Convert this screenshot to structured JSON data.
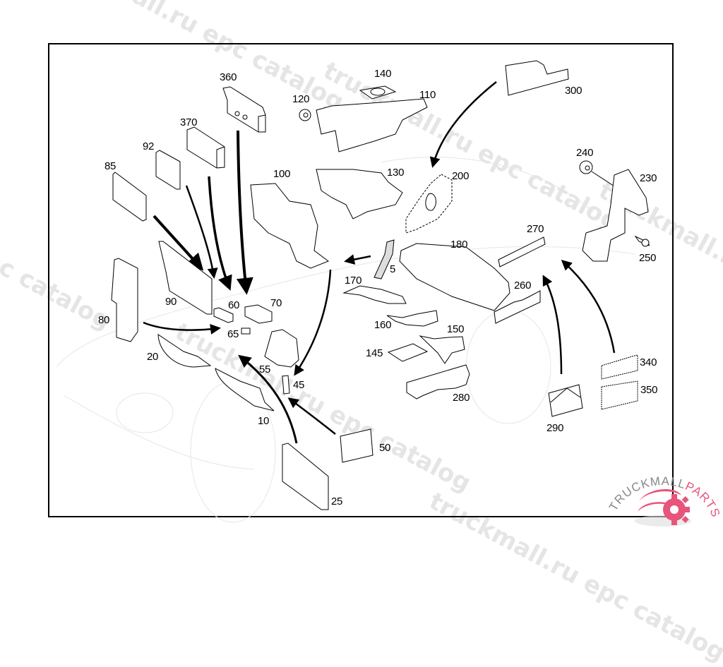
{
  "diagram": {
    "title": "Sound insulation parts diagram",
    "callouts": [
      {
        "id": "360",
        "label": "360"
      },
      {
        "id": "370",
        "label": "370"
      },
      {
        "id": "92",
        "label": "92"
      },
      {
        "id": "85",
        "label": "85"
      },
      {
        "id": "120",
        "label": "120"
      },
      {
        "id": "140",
        "label": "140"
      },
      {
        "id": "110",
        "label": "110"
      },
      {
        "id": "300",
        "label": "300"
      },
      {
        "id": "100",
        "label": "100"
      },
      {
        "id": "130",
        "label": "130"
      },
      {
        "id": "200",
        "label": "200"
      },
      {
        "id": "240",
        "label": "240"
      },
      {
        "id": "230",
        "label": "230"
      },
      {
        "id": "270",
        "label": "270"
      },
      {
        "id": "250",
        "label": "250"
      },
      {
        "id": "180",
        "label": "180"
      },
      {
        "id": "5",
        "label": "5"
      },
      {
        "id": "170",
        "label": "170"
      },
      {
        "id": "260",
        "label": "260"
      },
      {
        "id": "90",
        "label": "90"
      },
      {
        "id": "60",
        "label": "60"
      },
      {
        "id": "70",
        "label": "70"
      },
      {
        "id": "80",
        "label": "80"
      },
      {
        "id": "65",
        "label": "65"
      },
      {
        "id": "160",
        "label": "160"
      },
      {
        "id": "150",
        "label": "150"
      },
      {
        "id": "145",
        "label": "145"
      },
      {
        "id": "20",
        "label": "20"
      },
      {
        "id": "55",
        "label": "55"
      },
      {
        "id": "45",
        "label": "45"
      },
      {
        "id": "280",
        "label": "280"
      },
      {
        "id": "340",
        "label": "340"
      },
      {
        "id": "350",
        "label": "350"
      },
      {
        "id": "290",
        "label": "290"
      },
      {
        "id": "10",
        "label": "10"
      },
      {
        "id": "50",
        "label": "50"
      },
      {
        "id": "25",
        "label": "25"
      }
    ]
  },
  "watermarks": [
    "truckmall.ru epc catalog",
    "truckmall.ru epc catalog",
    "truckmall.ru epc catalog",
    "truckmall.ru epc catalog"
  ],
  "logo": {
    "text_left": "TRUCKMALL",
    "text_right": "PARTS",
    "accent_color": "#e8557a",
    "text_color": "#777777"
  }
}
